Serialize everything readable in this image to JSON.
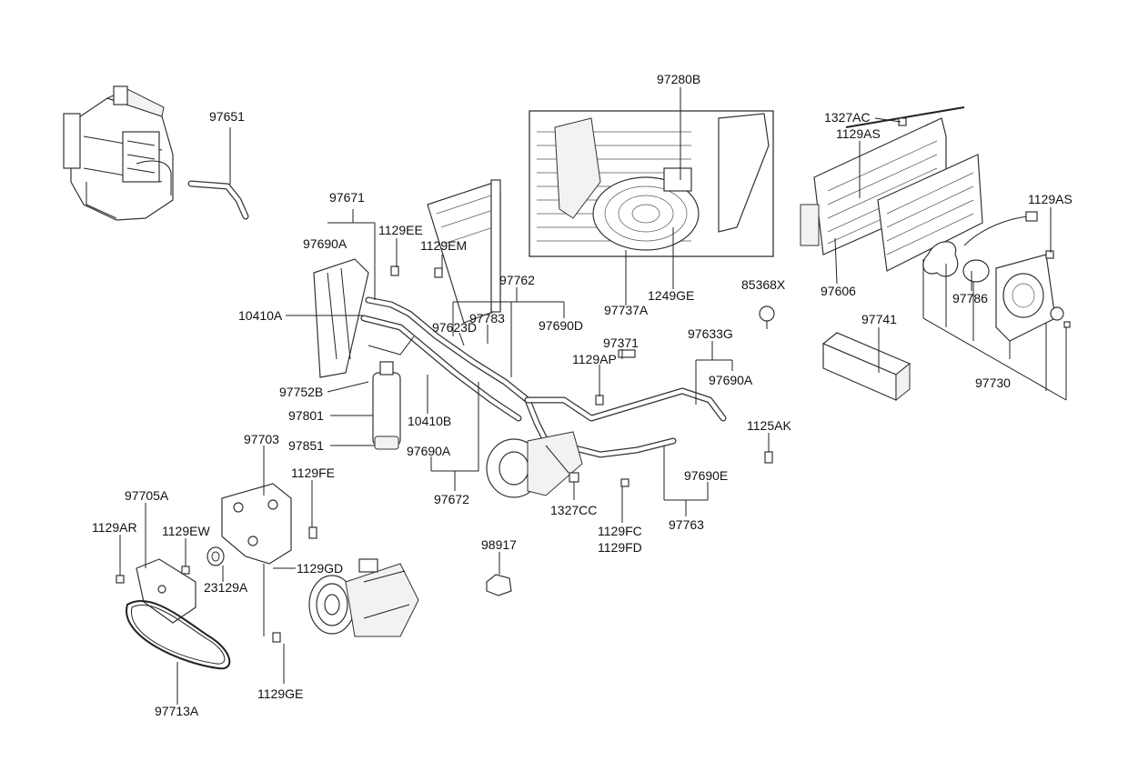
{
  "part_labels": [
    {
      "id": "97651",
      "text": "97651"
    },
    {
      "id": "97671",
      "text": "97671"
    },
    {
      "id": "97690A_top",
      "text": "97690A"
    },
    {
      "id": "1129EE",
      "text": "1129EE"
    },
    {
      "id": "1129EM",
      "text": "1129EM"
    },
    {
      "id": "10410A",
      "text": "10410A"
    },
    {
      "id": "97762",
      "text": "97762"
    },
    {
      "id": "97623D",
      "text": "97623D"
    },
    {
      "id": "97783",
      "text": "97783"
    },
    {
      "id": "97690D",
      "text": "97690D"
    },
    {
      "id": "97752B",
      "text": "97752B"
    },
    {
      "id": "97801",
      "text": "97801"
    },
    {
      "id": "10410B",
      "text": "10410B"
    },
    {
      "id": "97851",
      "text": "97851"
    },
    {
      "id": "97690A_mid",
      "text": "97690A"
    },
    {
      "id": "97672",
      "text": "97672"
    },
    {
      "id": "97280B",
      "text": "97280B"
    },
    {
      "id": "97737A",
      "text": "97737A"
    },
    {
      "id": "1249GE",
      "text": "1249GE"
    },
    {
      "id": "85368X",
      "text": "85368X"
    },
    {
      "id": "97371",
      "text": "97371"
    },
    {
      "id": "1129AP",
      "text": "1129AP"
    },
    {
      "id": "97633G",
      "text": "97633G"
    },
    {
      "id": "97690A_right",
      "text": "97690A"
    },
    {
      "id": "1125AK",
      "text": "1125AK"
    },
    {
      "id": "97690E",
      "text": "97690E"
    },
    {
      "id": "97763",
      "text": "97763"
    },
    {
      "id": "1327CC",
      "text": "1327CC"
    },
    {
      "id": "1129FC",
      "text": "1129FC"
    },
    {
      "id": "1129FD",
      "text": "1129FD"
    },
    {
      "id": "98917",
      "text": "98917"
    },
    {
      "id": "1327AC",
      "text": "1327AC"
    },
    {
      "id": "1129AS_top",
      "text": "1129AS"
    },
    {
      "id": "1129AS_right",
      "text": "1129AS"
    },
    {
      "id": "97606",
      "text": "97606"
    },
    {
      "id": "97786",
      "text": "97786"
    },
    {
      "id": "97741",
      "text": "97741"
    },
    {
      "id": "97730",
      "text": "97730"
    },
    {
      "id": "97703",
      "text": "97703"
    },
    {
      "id": "1129FE",
      "text": "1129FE"
    },
    {
      "id": "97705A",
      "text": "97705A"
    },
    {
      "id": "1129AR",
      "text": "1129AR"
    },
    {
      "id": "1129EW",
      "text": "1129EW"
    },
    {
      "id": "23129A",
      "text": "23129A"
    },
    {
      "id": "1129GD",
      "text": "1129GD"
    },
    {
      "id": "1129GE",
      "text": "1129GE"
    },
    {
      "id": "97713A",
      "text": "97713A"
    }
  ]
}
